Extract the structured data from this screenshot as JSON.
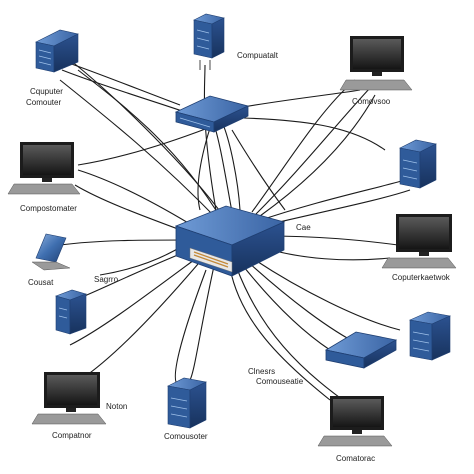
{
  "labels": {
    "top_center_server": "Compuatalt",
    "top_left_server_1": "Cquputer",
    "top_left_server_2": "Comouter",
    "top_right_monitor": "Comovsoo",
    "left_monitor": "Compostomater",
    "hub_small_label": "Cae",
    "right_monitor": "Coputerkaetwok",
    "left_laptop": "Cousat",
    "left_tower_label": "Sagrro",
    "middle_bottom_1": "Clnesrs",
    "middle_bottom_2": "Comouseatie",
    "bottom_left_monitor": "Compatnor",
    "bottom_left_small": "Noton",
    "bottom_center_server": "Comousoter",
    "bottom_right_monitor": "Comatorac"
  },
  "colors": {
    "device_blue": "#3f6fb0",
    "device_blue_dark": "#1f3f72",
    "device_blue_light": "#7fa6d6",
    "monitor_frame": "#1c1c1c",
    "keyboard": "#9a9a9a",
    "cable": "#1b1b1b"
  }
}
